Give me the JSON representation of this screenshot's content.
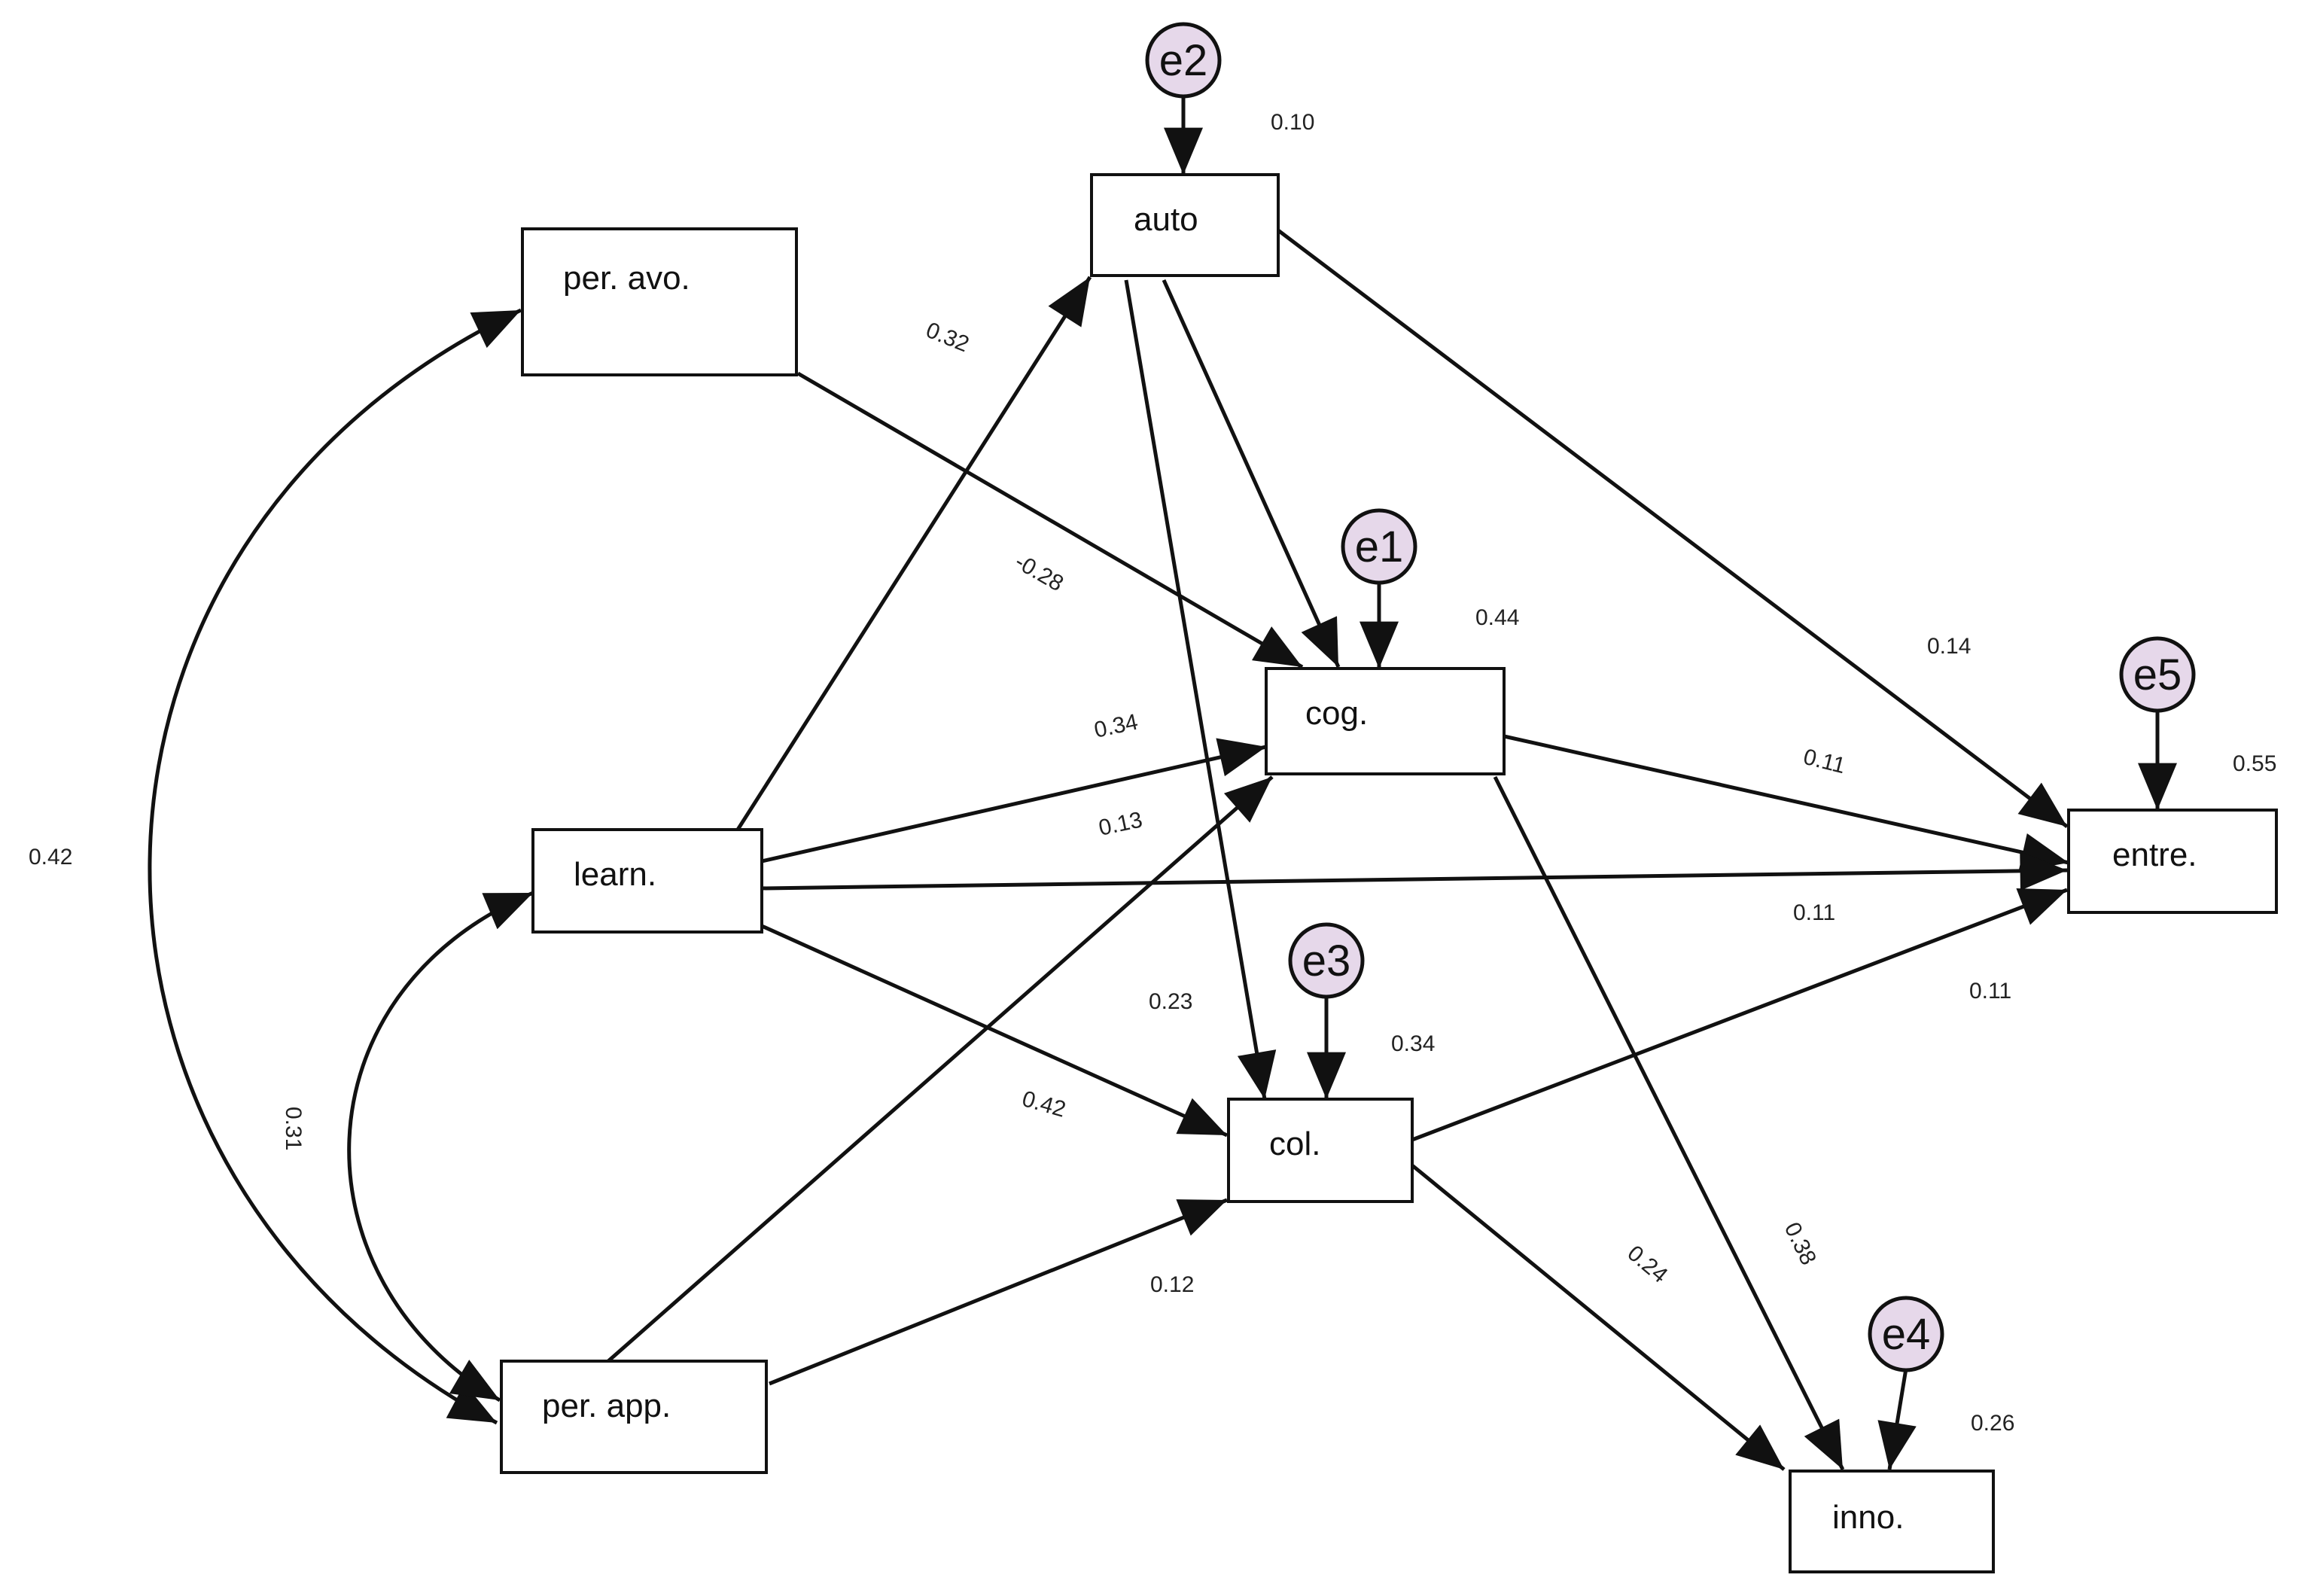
{
  "colors": {
    "stroke": "#111111",
    "error_fill": "#e6d8ea",
    "box_fill": "#ffffff",
    "text": "#222222"
  },
  "nodes": {
    "per_avo": "per. avo.",
    "auto": "auto",
    "cog": "cog.",
    "learn": "learn.",
    "entre": "entre.",
    "col": "col.",
    "per_app": "per. app.",
    "inno": "inno."
  },
  "errors": {
    "e1": "e1",
    "e2": "e2",
    "e3": "e3",
    "e4": "e4",
    "e5": "e5"
  },
  "r_squared": {
    "auto": "0.10",
    "cog": "0.44",
    "col": "0.34",
    "entre": "0.55",
    "inno": "0.26"
  },
  "paths": {
    "learn_auto": "0.32",
    "per_avo_cog": "-0.28",
    "learn_cog": "0.34",
    "per_app_cog": "0.13",
    "auto_entre": "0.14",
    "cog_entre": "0.11",
    "learn_entre": "0.11",
    "col_entre": "0.11",
    "auto_col": "0.23",
    "learn_col": "0.42",
    "per_app_col": "0.12",
    "col_inno": "0.24",
    "cog_inno": "0.38"
  },
  "correlations": {
    "per_avo_per_app": "0.42",
    "learn_per_app": "0.31"
  }
}
